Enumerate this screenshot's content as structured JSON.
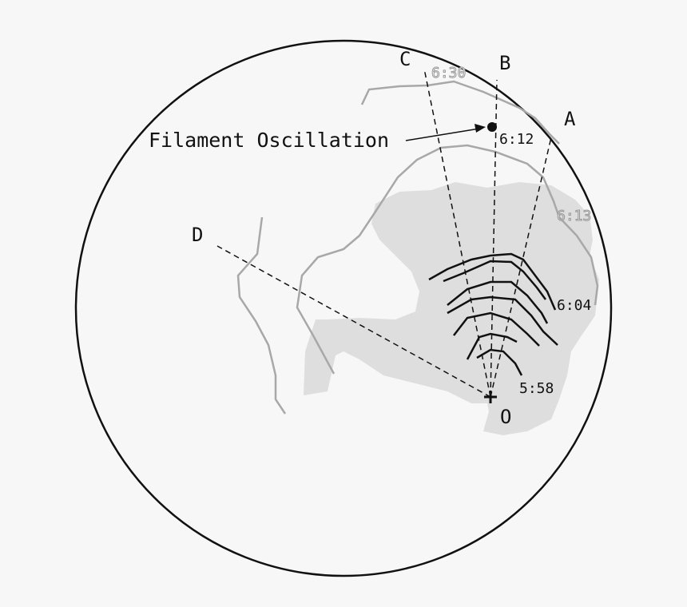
{
  "labels": {
    "a": "A",
    "b": "B",
    "c": "C",
    "d": "D",
    "o": "O",
    "filament": "Filament Oscillation",
    "t630": "6:30",
    "t612": "6:12",
    "t613": "6:13",
    "t604": "6:04",
    "t558": "5:58"
  },
  "colors": {
    "background": "#f7f7f7",
    "region": "#dedede",
    "gray_line": "#a8a8a8",
    "ink": "#111111"
  }
}
